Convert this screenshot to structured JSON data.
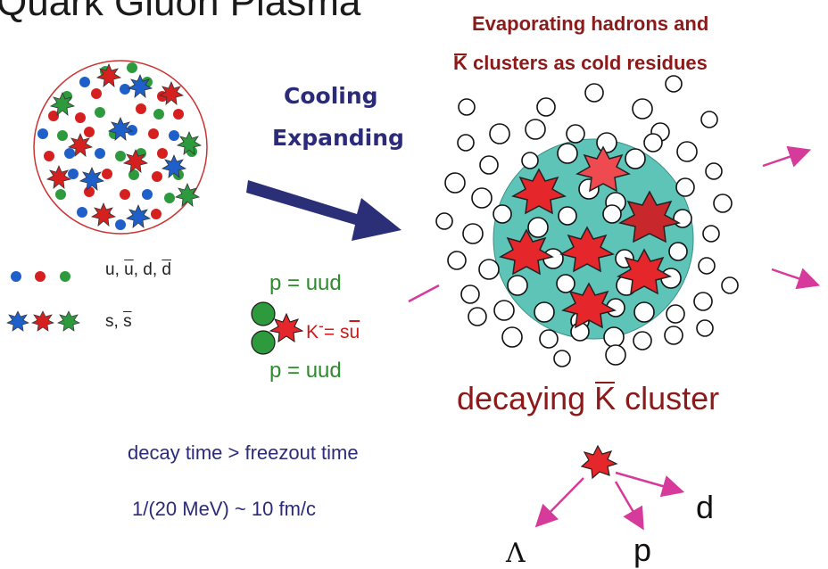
{
  "title": "Quark Gluon Plasma",
  "header": {
    "line1": "Evaporating hadrons and",
    "line2_symbol": "K",
    "line2_rest": " clusters as cold residues"
  },
  "process": {
    "cooling": "Cooling",
    "expanding": "Expanding"
  },
  "legend": {
    "quarks_prefix": "u, ",
    "quarks_ubar": "u",
    "quarks_mid": ", d, ",
    "quarks_dbar": "d",
    "strange_prefix": "s, ",
    "strange_sbar": "s",
    "colors": {
      "u": "#1f5fc9",
      "d": "#d62020",
      "gluon": "#2e9a3e",
      "hadron_fill": "#ffffff"
    }
  },
  "kaon_cluster_legend": {
    "proton_top": "p = uud",
    "proton_bottom": "p = uud",
    "k_label": "K",
    "k_charge": "-",
    "k_eq": "= s",
    "k_ubar": "u"
  },
  "decaying": {
    "prefix": "decaying ",
    "symbol": "K",
    "suffix": " cluster"
  },
  "timing": {
    "decay_time": "decay time > freezout time",
    "energy": "1/(20 MeV)  ~ 10 fm/c"
  },
  "products": {
    "d": "d",
    "p": "p",
    "lambda": "Λ"
  },
  "colors": {
    "cluster_bg": "#5ec4b8",
    "star_red": "#e5262a",
    "arrow_blue": "#2a2f78",
    "arrow_magenta": "#d63a9a",
    "outline": "#cc3333"
  }
}
